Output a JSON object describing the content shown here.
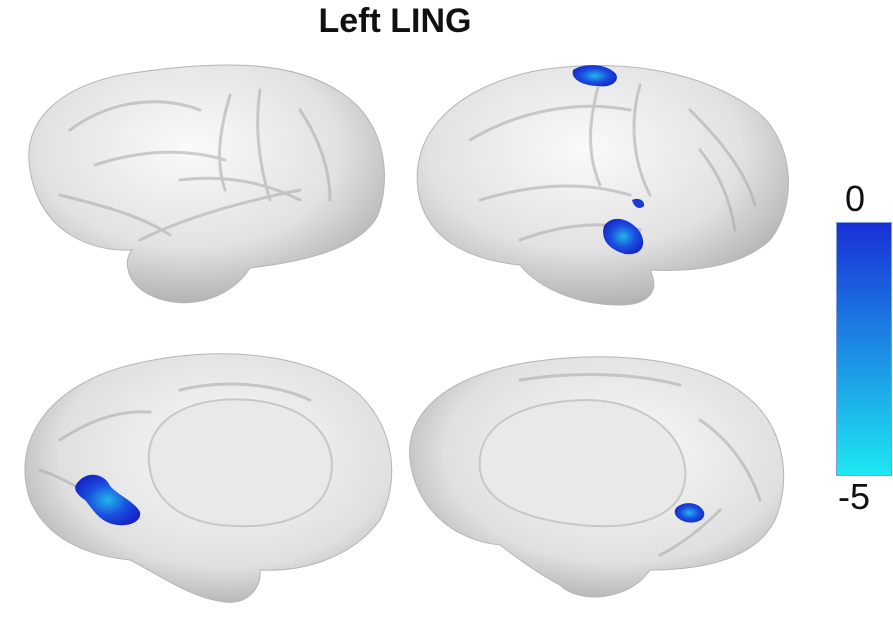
{
  "figure": {
    "title": "Left LING",
    "colorbar": {
      "max_label": "0",
      "min_label": "-5",
      "color_top": "#1a2fd6",
      "color_bottom": "#1ee8f2"
    },
    "views": [
      "lateral-left",
      "lateral-right",
      "medial-left",
      "medial-right"
    ],
    "surface_color": "#e8e8e8",
    "cluster_color": "#1b3fd9"
  }
}
